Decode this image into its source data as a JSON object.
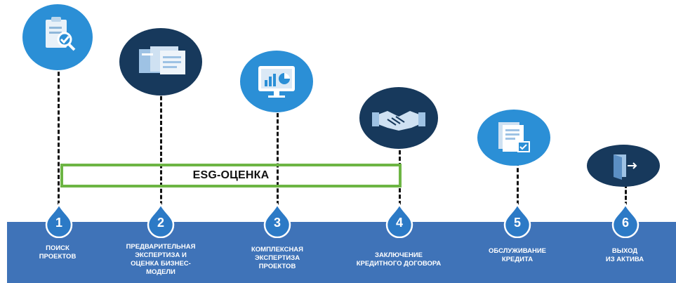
{
  "esg_label": "ESG-ОЦЕНКА",
  "colors": {
    "band": "#3f73b8",
    "light_circle": "#2b8fd6",
    "dark_circle": "#17395c",
    "esg_border": "#6db544",
    "drop_fill": "#2c7ac6"
  },
  "steps": [
    {
      "number": "1",
      "label": "ПОИСК\nПРОЕКТОВ",
      "icon": "clipboard-search-icon"
    },
    {
      "number": "2",
      "label": "ПРЕДВАРИТЕЛЬНАЯ\nЭКСПЕРТИЗА И\nОЦЕНКА БИЗНЕС-\nМОДЕЛИ",
      "icon": "documents-stack-icon"
    },
    {
      "number": "3",
      "label": "КОМПЛЕКСНАЯ\nЭКСПЕРТИЗА\nПРОЕКТОВ",
      "icon": "monitor-chart-icon"
    },
    {
      "number": "4",
      "label": "ЗАКЛЮЧЕНИЕ\nКРЕДИТНОГО ДОГОВОРА",
      "icon": "handshake-icon"
    },
    {
      "number": "5",
      "label": "ОБСЛУЖИВАНИЕ\nКРЕДИТА",
      "icon": "document-check-icon"
    },
    {
      "number": "6",
      "label": "ВЫХОД\nИЗ АКТИВА",
      "icon": "door-exit-icon"
    }
  ]
}
